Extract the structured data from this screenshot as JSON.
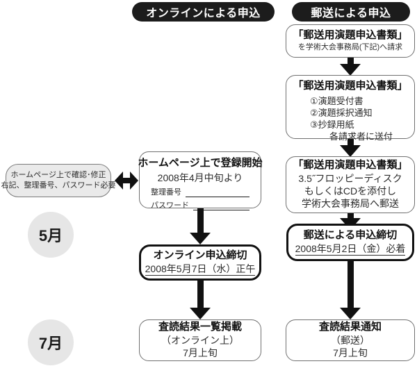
{
  "columns": {
    "online": {
      "header": "オンラインによる申込"
    },
    "mail": {
      "header": "郵送による申込"
    }
  },
  "months": {
    "may": "5月",
    "july": "7月"
  },
  "online_flow": {
    "side_note": {
      "line1": "ホームページ上で確認･修正",
      "line2": "右記、整理番号、パスワード必要"
    },
    "register": {
      "title": "ホームページ上で登録開始",
      "date": "2008年4月中旬より",
      "field1_label": "整理番号",
      "field2_label": "パスワード"
    },
    "deadline": {
      "title": "オンライン申込締切",
      "date": "2008年5月7日（水）正午"
    },
    "result": {
      "title": "査読結果一覧掲載",
      "sub1": "（オンライン上）",
      "sub2": "7月上旬"
    }
  },
  "mail_flow": {
    "request": {
      "title": "「郵送用演題申込書類」",
      "sub1": "を学術大会事務局(下記)へ請求"
    },
    "contents": {
      "title": "「郵送用演題申込書類」",
      "item1": "①演題受付書",
      "item2": "②演題採択通知",
      "item3": "③抄録用紙",
      "item4": "各請求者に送付"
    },
    "submit": {
      "title": "「郵送用演題申込書類」",
      "sub1": "3.5˝フロッピーディスク",
      "sub2": "もしくはCDを添付し",
      "sub3": "学術大会事務局へ郵送"
    },
    "deadline": {
      "title": "郵送による申込締切",
      "date": "2008年5月2日（金）必着"
    },
    "result": {
      "title": "査読結果通知",
      "sub1": "（郵送）",
      "sub2": "7月上旬"
    }
  },
  "colors": {
    "header_pill_bg": "#1c1c1c",
    "header_pill_text": "#ffffff",
    "box_border": "#6f6f6f",
    "emphasis_border": "#111111",
    "month_circle_bg": "#e6e6e6",
    "note_box_bg": "#eaeaea",
    "arrow": "#111111"
  }
}
